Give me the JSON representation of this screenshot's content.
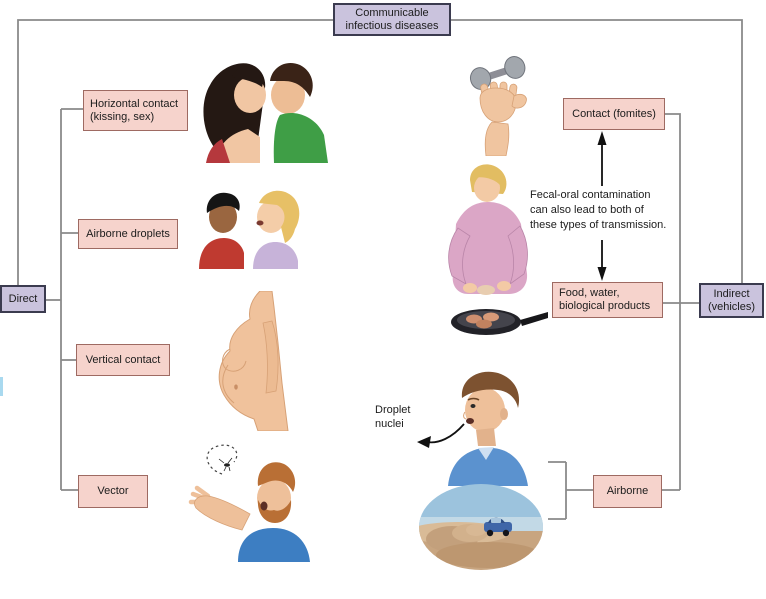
{
  "diagram": {
    "root_label": "Communicable\ninfectious diseases",
    "direct": {
      "label": "Direct",
      "branches": [
        {
          "label": "Horizontal contact\n(kissing, sex)",
          "illustration": "kissing-couple"
        },
        {
          "label": "Airborne droplets",
          "illustration": "talking-pair"
        },
        {
          "label": "Vertical contact",
          "illustration": "pregnant-woman"
        },
        {
          "label": "Vector",
          "illustration": "man-with-mosquito"
        }
      ]
    },
    "indirect": {
      "label": "Indirect\n(vehicles)",
      "branches": [
        {
          "label": "Contact (fomites)",
          "illustration": "hand-with-dumbbell"
        },
        {
          "label": "Food, water,\nbiological products",
          "illustration": "person-cooking"
        },
        {
          "label": "Airborne",
          "illustration": "talking-man-and-dust-cloud"
        }
      ],
      "note": "Fecal-oral contamination\ncan also lead to both of\nthese types of transmission.",
      "droplet_nuclei_label": "Droplet\nnuclei"
    },
    "colors": {
      "category_box_fill": "#cac3dd",
      "category_box_border": "#3b3b4f",
      "mode_box_fill": "#f6d3cc",
      "mode_box_border": "#9e6a62",
      "connector_gray": "#8a8a8a",
      "arrow_black": "#111111",
      "left_edge_mark_blue": "#a9d9ef"
    }
  }
}
